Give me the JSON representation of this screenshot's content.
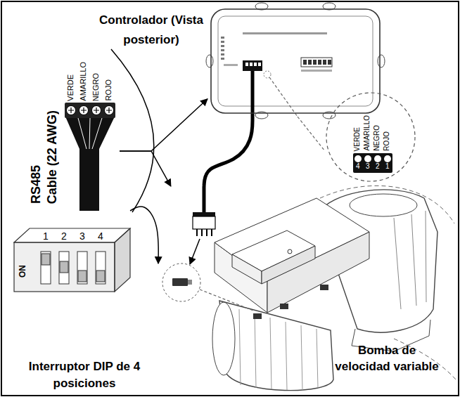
{
  "diagram": {
    "nodes": [
      {
        "text": [
          "Controlador (Vista posterior)"
        ]
      },
      {
        "text": [
          "VERDE",
          "AMARILLO",
          "NEGRO",
          "ROJO",
          "RS485",
          "Cable (22 AWG)"
        ]
      },
      {
        "text": [
          "VERDE",
          "AMARILLO",
          "NEGRO",
          "ROJO",
          "4",
          "3",
          "2",
          "1"
        ]
      },
      {
        "text": [
          "ON",
          "1",
          "2",
          "3",
          "4",
          "Interruptor DIP de 4 posiciones"
        ]
      },
      {
        "text": [
          "Bomba de velocidad variable"
        ]
      }
    ],
    "edges": [
      {
        "from": 1,
        "to": 0,
        "arrow": "to"
      },
      {
        "from": 1,
        "to": 4,
        "arrow": "to"
      },
      {
        "from": 0,
        "to": 4,
        "arrow": "none"
      },
      {
        "from": 0,
        "to": 2,
        "arrow": "none"
      },
      {
        "from": 3,
        "to": 4,
        "arrow": "to"
      }
    ]
  }
}
